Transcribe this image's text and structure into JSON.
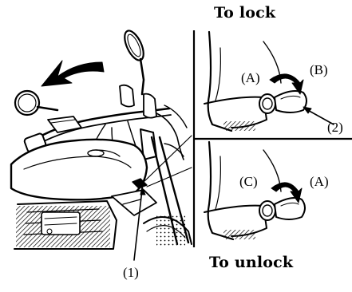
{
  "headings": {
    "lock": "To lock",
    "unlock": "To unlock"
  },
  "callouts": {
    "lock_key_position": "(A)",
    "lock_turn_direction": "(B)",
    "key": "(2)",
    "unlock_push_in": "(C)",
    "unlock_turn_direction": "(A)",
    "steering_lock": "(1)"
  },
  "colors": {
    "line": "#000000",
    "background": "#ffffff",
    "shadow": "#1a1a1a"
  },
  "icons": {
    "main_arrow": "curved-arrow-left",
    "lock_arrow": "curved-arrow-clockwise",
    "unlock_arrow": "curved-arrow-clockwise",
    "key": "ignition-key"
  }
}
